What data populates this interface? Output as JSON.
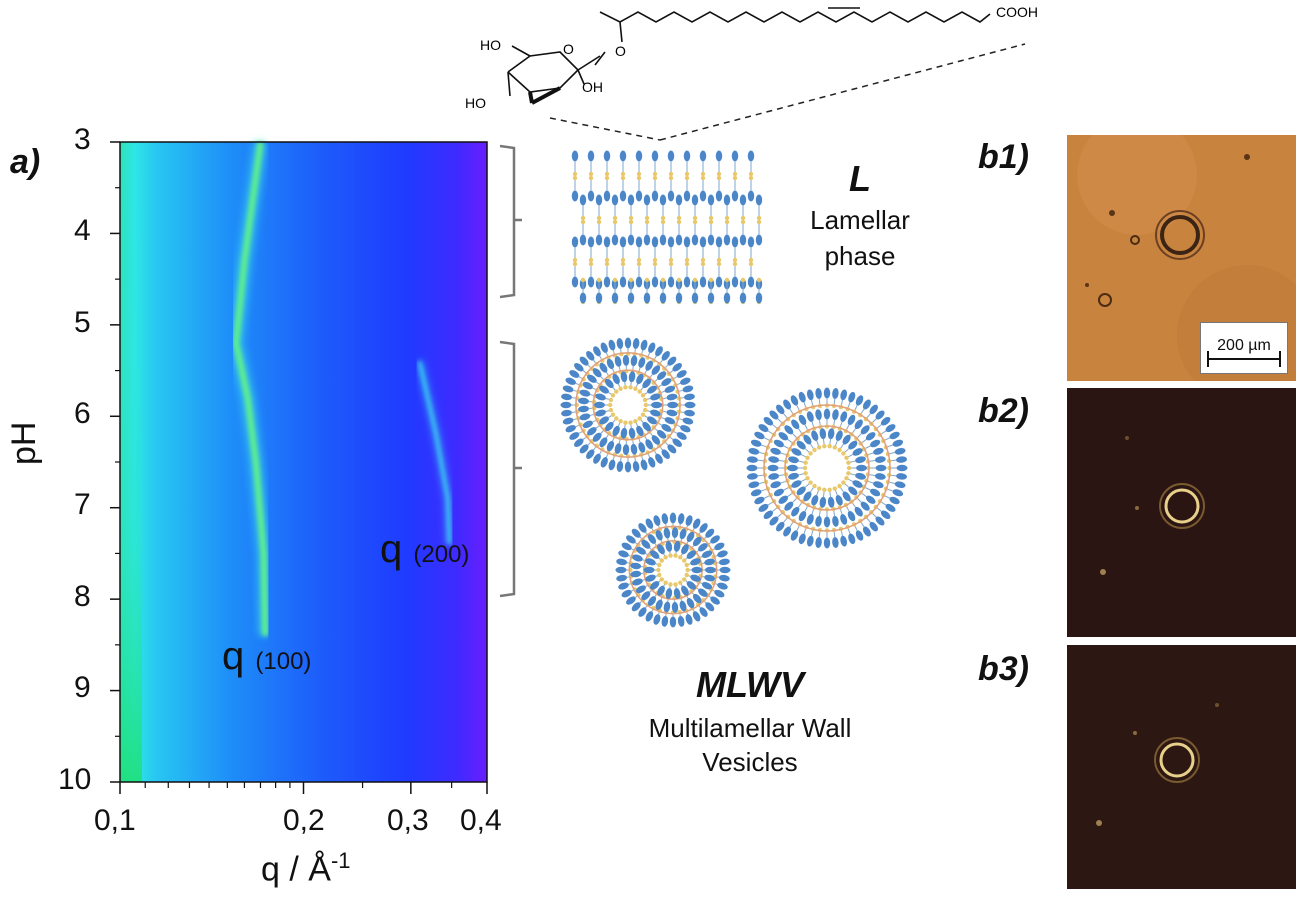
{
  "panel_labels": {
    "a": "a)",
    "b1": "b1)",
    "b2": "b2)",
    "b3": "b3)"
  },
  "chart_data": {
    "type": "heatmap",
    "xlabel": "q / Å",
    "xlabel_superscript": "-1",
    "ylabel": "pH",
    "x_scale": "log",
    "xlim": [
      0.1,
      0.4
    ],
    "ylim": [
      3,
      10
    ],
    "y_inverted": true,
    "x_ticks": [
      "0,1",
      "0,2",
      "0,3",
      "0,4"
    ],
    "y_ticks": [
      "3",
      "4",
      "5",
      "6",
      "7",
      "8",
      "9",
      "10"
    ],
    "colormap": [
      "#1fe07a",
      "#2ee8e8",
      "#1f8fff",
      "#1c2bff",
      "#5a22ff"
    ],
    "peaks": [
      {
        "label": "q",
        "subscript": "(100)",
        "q_at_pH": [
          [
            0.17,
            3.0
          ],
          [
            0.16,
            4.3
          ],
          [
            0.155,
            5.2
          ],
          [
            0.162,
            5.8
          ],
          [
            0.167,
            6.5
          ],
          [
            0.172,
            7.5
          ],
          [
            0.173,
            8.4
          ]
        ]
      },
      {
        "label": "q",
        "subscript": "(200)",
        "q_at_pH": [
          [
            0.31,
            5.4
          ],
          [
            0.33,
            6.2
          ],
          [
            0.345,
            6.9
          ],
          [
            0.347,
            7.4
          ]
        ]
      }
    ]
  },
  "molecule": {
    "cooh": "COOH",
    "ho1": "HO",
    "ho2": "HO",
    "oh": "OH",
    "ring_o": "O",
    "link_o": "O"
  },
  "phases": {
    "lamellar_symbol": "L",
    "lamellar_line1": "Lamellar",
    "lamellar_line2": "phase",
    "vesicle_symbol": "MLWV",
    "vesicle_line1": "Multilamellar Wall",
    "vesicle_line2": "Vesicles"
  },
  "micrographs": {
    "scale_bar": "200 µm",
    "colors": {
      "b1_bg": "#c8843e",
      "b2_bg": "#2a1512",
      "b3_bg": "#2c1713"
    }
  }
}
